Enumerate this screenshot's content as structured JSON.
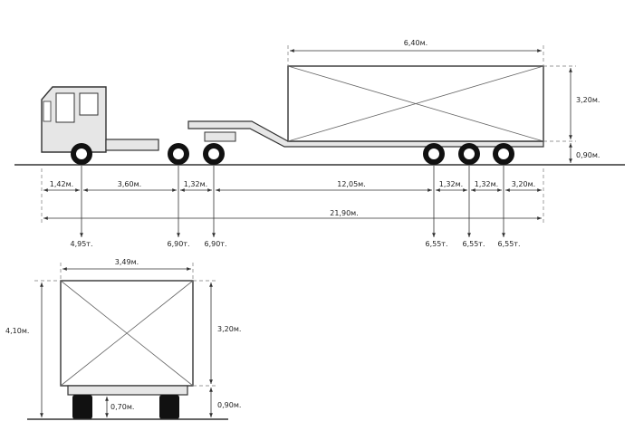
{
  "side_view": {
    "cargo_length": "6,40м.",
    "cargo_height": "3,20м.",
    "deck_height": "0,90м.",
    "segments": [
      "1,42м.",
      "3,60м.",
      "1,32м.",
      "12,05м.",
      "1,32м.",
      "1,32м.",
      "3,20м."
    ],
    "total_length": "21,90м.",
    "axle_loads": [
      "4,95т.",
      "6,90т.",
      "6,90т.",
      "6,55т.",
      "6,55т.",
      "6,55т."
    ]
  },
  "rear_view": {
    "width": "3,49м.",
    "total_height": "4,10м.",
    "cargo_height": "3,20м.",
    "deck_height": "0,90м.",
    "wheel_height": "0,70м."
  },
  "colors": {
    "line": "#333333",
    "tractor_fill": "#e6e6e6",
    "wheel": "#111111"
  }
}
